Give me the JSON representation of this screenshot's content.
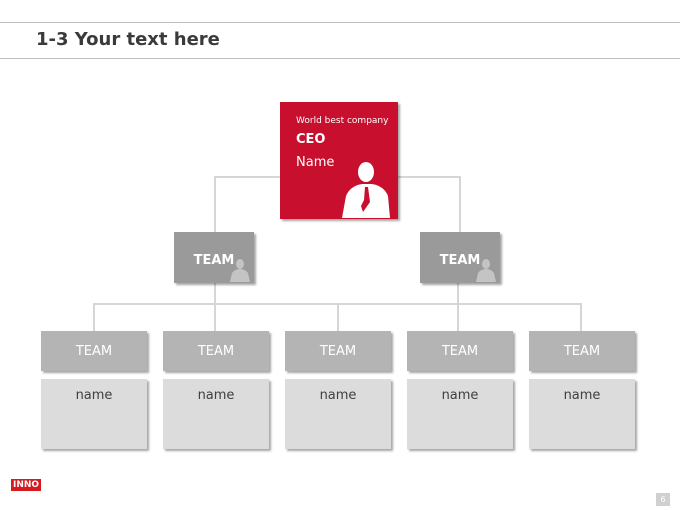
{
  "header": {
    "title": "1-3 Your text here"
  },
  "org_chart": {
    "ceo": {
      "tagline": "World best company",
      "role": "CEO",
      "name": "Name"
    },
    "teams_level2": [
      {
        "label": "TEAM"
      },
      {
        "label": "TEAM"
      }
    ],
    "teams_level3": [
      {
        "label": "TEAM",
        "member": "name"
      },
      {
        "label": "TEAM",
        "member": "name"
      },
      {
        "label": "TEAM",
        "member": "name"
      },
      {
        "label": "TEAM",
        "member": "name"
      },
      {
        "label": "TEAM",
        "member": "name"
      }
    ]
  },
  "colors": {
    "accent": "#c8102e",
    "team_dark": "#9a9a9a",
    "team_light": "#b4b4b4",
    "name_box": "#dcdcdc"
  },
  "footer": {
    "logo_text": "INNO",
    "page_number": "6"
  }
}
